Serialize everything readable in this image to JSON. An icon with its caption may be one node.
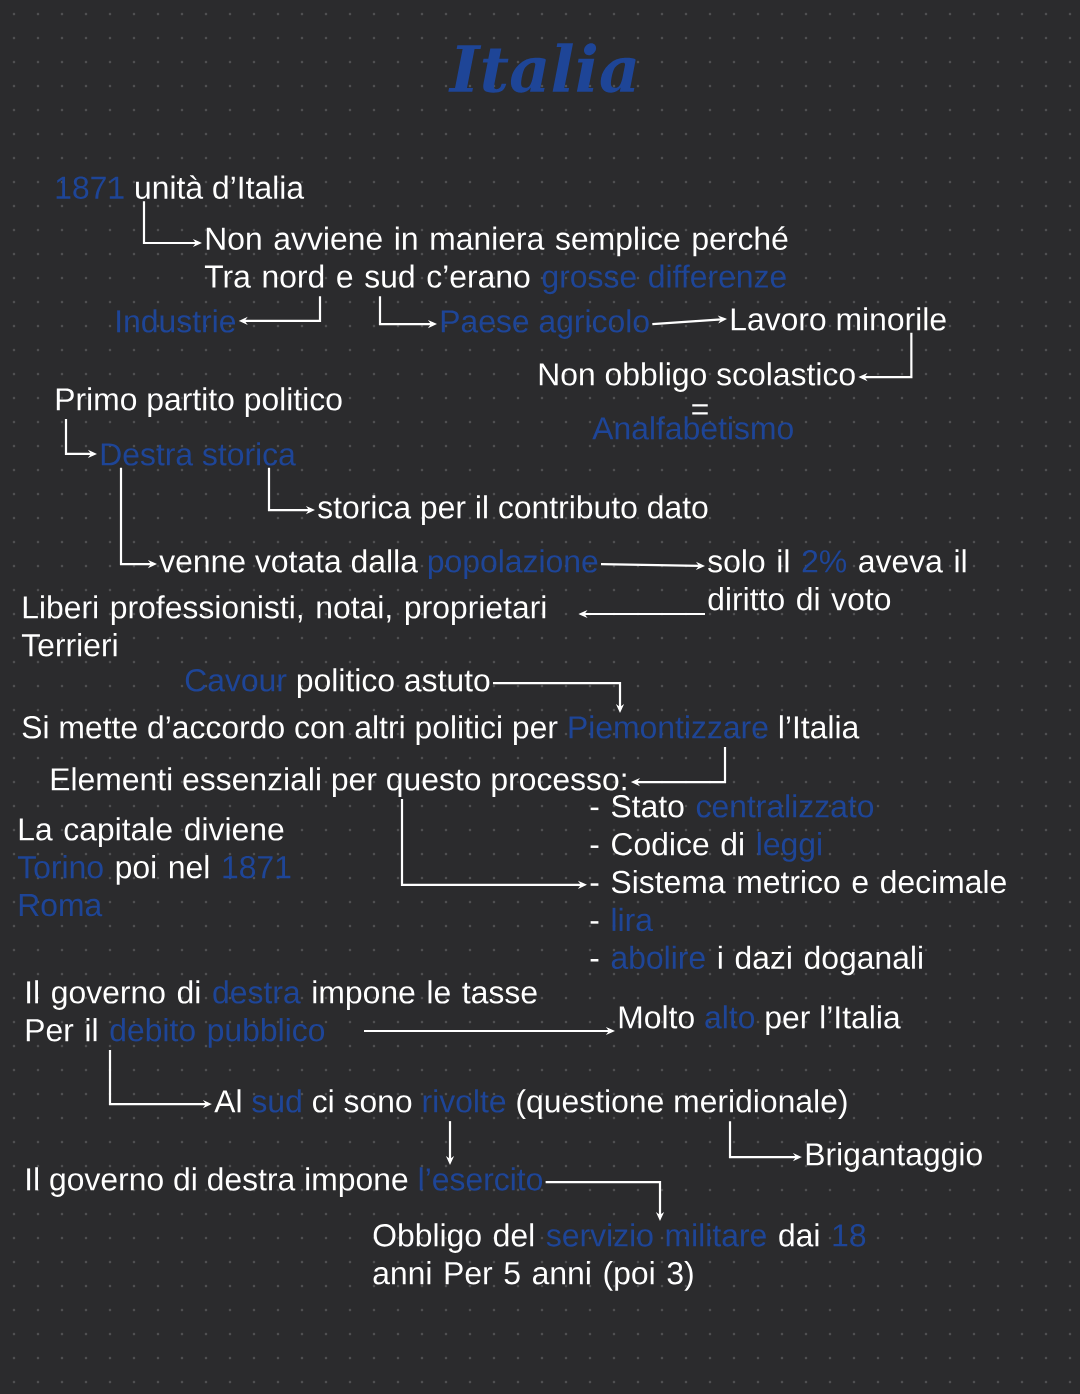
{
  "diagram": {
    "title": "Italia",
    "nodes": [
      {
        "text": [
          "**1871** unità d’Italia"
        ]
      },
      {
        "text": [
          "Non avviene in maniera semplice perché Tra nord e sud c’erano **grosse differenze**"
        ]
      },
      {
        "text": [
          "**Industrie**"
        ]
      },
      {
        "text": [
          "**Paese agricolo**"
        ]
      },
      {
        "text": [
          "Lavoro minorile"
        ]
      },
      {
        "text": [
          "Non obbligo scolastico"
        ]
      },
      {
        "text": [
          "**Analfabetismo**"
        ]
      },
      {
        "text": [
          "Primo partito politico"
        ]
      },
      {
        "text": [
          "**Destra storica**"
        ]
      },
      {
        "text": [
          "storica per il contributo dato"
        ]
      },
      {
        "text": [
          "venne votata dalla **popolazione**"
        ]
      },
      {
        "text": [
          "solo il **2%** aveva il diritto di voto"
        ]
      },
      {
        "text": [
          "Liberi professionisti, notai, proprietari Terrieri"
        ]
      },
      {
        "text": [
          "**Cavour** politico astuto"
        ]
      },
      {
        "text": [
          "Si mette d’accordo con altri politici per **Piemontizzare** l’Italia"
        ]
      },
      {
        "text": [
          "Elementi essenziali per questo processo:"
        ]
      },
      {
        "text": [
          "- Stato **centralizzato**",
          "- Codice di **leggi**",
          "- Sistema metrico e decimale",
          "- **lira**",
          "- **abolire** i dazi doganali"
        ]
      },
      {
        "text": [
          "La capitale diviene **Torino** poi nel **1871** **Roma**"
        ]
      },
      {
        "text": [
          "Il governo di **destra** impone le tasse Per il **debito pubblico**"
        ]
      },
      {
        "text": [
          "Molto **alto** per l’Italia"
        ]
      },
      {
        "text": [
          "Al **sud** ci sono **rivolte** (questione meridionale)"
        ]
      },
      {
        "text": [
          "Brigantaggio"
        ]
      },
      {
        "text": [
          "Il governo di destra impone **l’esercito**"
        ]
      },
      {
        "text": [
          "Obbligo del **servizio militare** dai **18** anni Per 5 anni (poi 3)"
        ]
      }
    ],
    "edges": [
      {
        "from": 0,
        "to": 1,
        "arrow": "to"
      },
      {
        "from": 1,
        "to": 2,
        "arrow": "to"
      },
      {
        "from": 1,
        "to": 3,
        "arrow": "to"
      },
      {
        "from": 3,
        "to": 4,
        "arrow": "to"
      },
      {
        "from": 4,
        "to": 5,
        "arrow": "to"
      },
      {
        "from": 7,
        "to": 8,
        "arrow": "to"
      },
      {
        "from": 8,
        "to": 9,
        "arrow": "to"
      },
      {
        "from": 8,
        "to": 10,
        "arrow": "to"
      },
      {
        "from": 10,
        "to": 11,
        "arrow": "to"
      },
      {
        "from": 11,
        "to": 12,
        "arrow": "to"
      },
      {
        "from": 13,
        "to": 14,
        "arrow": "to"
      },
      {
        "from": 14,
        "to": 15,
        "arrow": "to"
      },
      {
        "from": 15,
        "to": 16,
        "arrow": "to"
      },
      {
        "from": 18,
        "to": 19,
        "arrow": "to"
      },
      {
        "from": 18,
        "to": 20,
        "arrow": "to"
      },
      {
        "from": 20,
        "to": 22,
        "arrow": "to"
      },
      {
        "from": 20,
        "to": 21,
        "arrow": "to"
      },
      {
        "from": 22,
        "to": 23,
        "arrow": "to"
      }
    ],
    "labels": [
      "="
    ]
  }
}
